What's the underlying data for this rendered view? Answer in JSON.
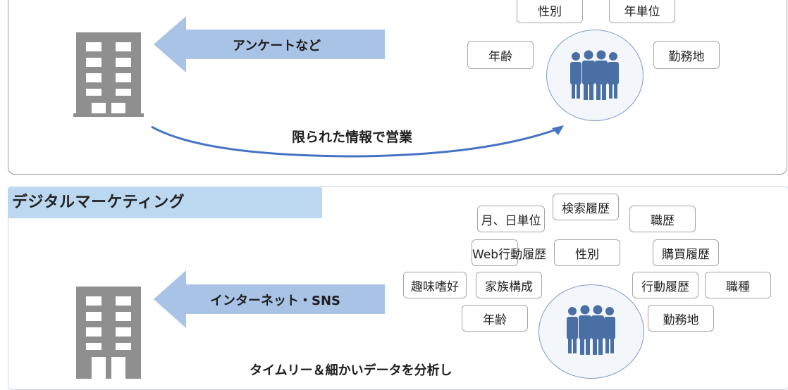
{
  "top_section": {
    "arrow_label": "アンケートなど",
    "curve_label": "限られた情報で営業",
    "tags": [
      "性別",
      "年単位",
      "年齢",
      "勤務地"
    ]
  },
  "bottom_section": {
    "title": "デジタルマーケティング",
    "arrow_label": "インターネット・SNS",
    "bottom_label": "タイムリー＆細かいデータを分析し",
    "tags": {
      "search_history": "検索履歴",
      "month_day_unit": "月、日単位",
      "career": "職歴",
      "web_history": "Web行動履歴",
      "gender": "性別",
      "purchase_history": "購買履歴",
      "hobby": "趣味嗜好",
      "family": "家族構成",
      "behavior_history": "行動履歴",
      "occupation": "職種",
      "age": "年齢",
      "workplace": "勤務地"
    }
  },
  "colors": {
    "arrow_fill": "#a9c3e6",
    "curve_stroke": "#4472c4",
    "header_fill": "#bcd8f0",
    "building_gray": "#8f8f8f",
    "people_blue": "#4a6fa5"
  }
}
